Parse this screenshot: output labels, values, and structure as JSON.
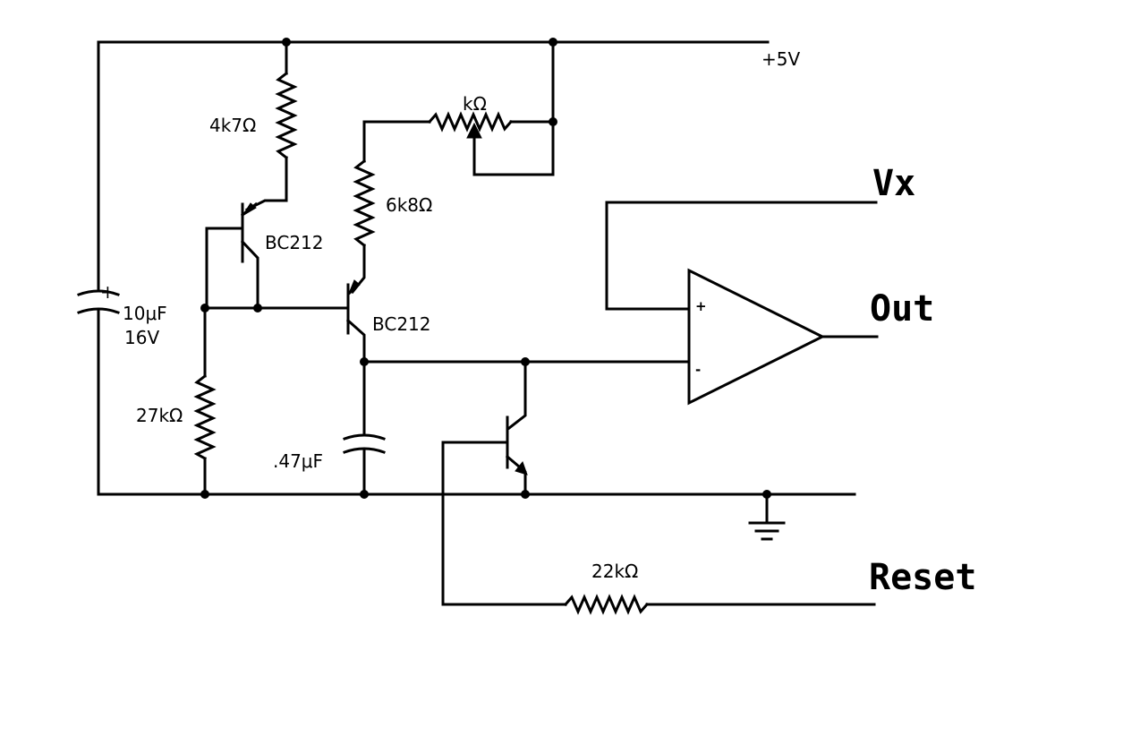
{
  "labels": {
    "supply": "+5V",
    "r_4k7": "4k7Ω",
    "r_pot": "kΩ",
    "r_6k8": "6k8Ω",
    "q1_type": "BC212",
    "q2_type": "BC212",
    "c_10u_value": "10μF",
    "c_10u_voltage": "16V",
    "c_10u_plus": "+",
    "r_27k": "27kΩ",
    "c_047": ".47μF",
    "r_22k": "22kΩ",
    "opamp_plus": "+",
    "opamp_minus": "-",
    "vx": "Vx",
    "out": "Out",
    "reset": "Reset"
  }
}
